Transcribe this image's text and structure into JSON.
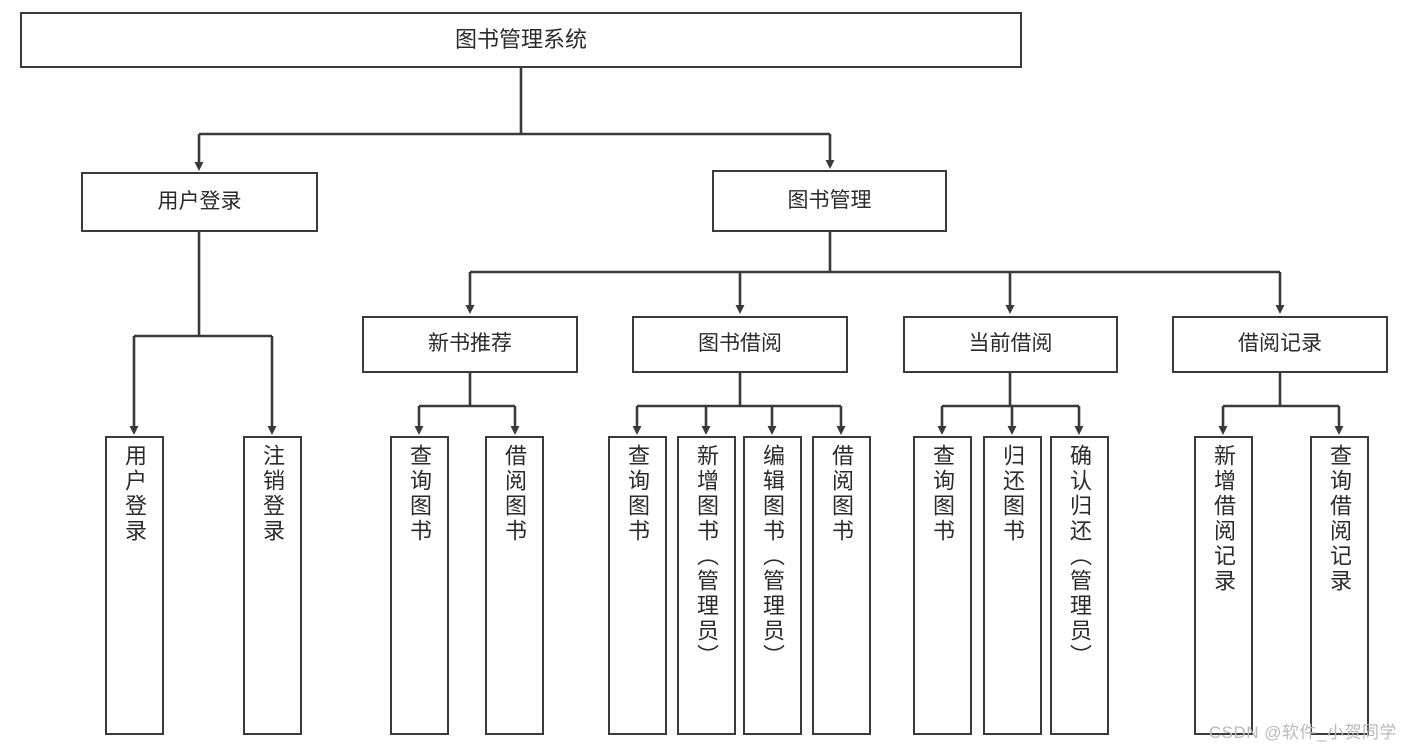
{
  "diagram": {
    "title": "图书管理系统",
    "type": "hierarchy-tree",
    "watermark": "CSDN @软件_小贺同学",
    "colors": {
      "stroke": "#3a3a3a",
      "fill": "#ffffff",
      "text": "#2b2b2b",
      "watermark": "#b9b9b9"
    },
    "nodes": {
      "root": "图书管理系统",
      "level2": [
        {
          "id": "user-login",
          "label": "用户登录"
        },
        {
          "id": "book-manage",
          "label": "图书管理"
        }
      ],
      "level3": [
        {
          "id": "new-book-rec",
          "label": "新书推荐"
        },
        {
          "id": "book-borrow",
          "label": "图书借阅"
        },
        {
          "id": "current-borrow",
          "label": "当前借阅"
        },
        {
          "id": "borrow-record",
          "label": "借阅记录"
        }
      ],
      "leaves": {
        "user-login": [
          {
            "id": "leaf-user-login",
            "label": "用户登录"
          },
          {
            "id": "leaf-logout-login",
            "label": "注销登录"
          }
        ],
        "new-book-rec": [
          {
            "id": "leaf-query-book-1",
            "label": "查询图书"
          },
          {
            "id": "leaf-borrow-book-1",
            "label": "借阅图书"
          }
        ],
        "book-borrow": [
          {
            "id": "leaf-query-book-2",
            "label": "查询图书"
          },
          {
            "id": "leaf-add-book",
            "label": "新增图书（管理员）"
          },
          {
            "id": "leaf-edit-book",
            "label": "编辑图书（管理员）"
          },
          {
            "id": "leaf-borrow-book-2",
            "label": "借阅图书"
          }
        ],
        "current-borrow": [
          {
            "id": "leaf-query-book-3",
            "label": "查询图书"
          },
          {
            "id": "leaf-return-book",
            "label": "归还图书"
          },
          {
            "id": "leaf-confirm-return",
            "label": "确认归还（管理员）"
          }
        ],
        "borrow-record": [
          {
            "id": "leaf-add-record",
            "label": "新增借阅记录"
          },
          {
            "id": "leaf-query-record",
            "label": "查询借阅记录"
          }
        ]
      }
    }
  }
}
